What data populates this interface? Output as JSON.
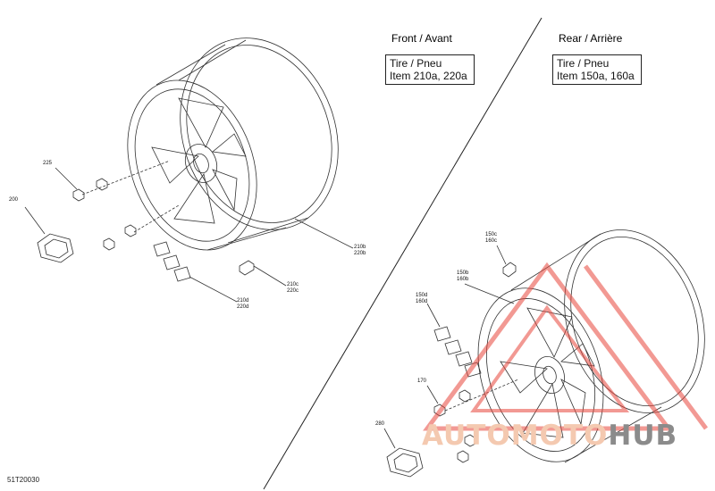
{
  "sections": {
    "front": {
      "title": "Front / Avant",
      "note_line1": "Tire / Pneu",
      "note_line2": "Item 210a, 220a"
    },
    "rear": {
      "title": "Rear / Arrière",
      "note_line1": "Tire / Pneu",
      "note_line2": "Item 150a, 160a"
    }
  },
  "callouts": {
    "c225": "225",
    "c200": "200",
    "c210b": [
      "210b",
      "220b"
    ],
    "c210c": [
      "210c",
      "220c"
    ],
    "c210d": [
      "210d",
      "220d"
    ],
    "c150c": [
      "150c",
      "160c"
    ],
    "c150b": [
      "150b",
      "160b"
    ],
    "c150d": [
      "150d",
      "160d"
    ],
    "c170": "170",
    "c280": "280"
  },
  "figure_id": "51T20030",
  "watermark": {
    "text_main": "AUTOMOTO",
    "text_hub": "HUB",
    "colors": {
      "triangle": "#e8463c",
      "text": "#f4c9b0",
      "hub": "#8b8b8b"
    }
  }
}
